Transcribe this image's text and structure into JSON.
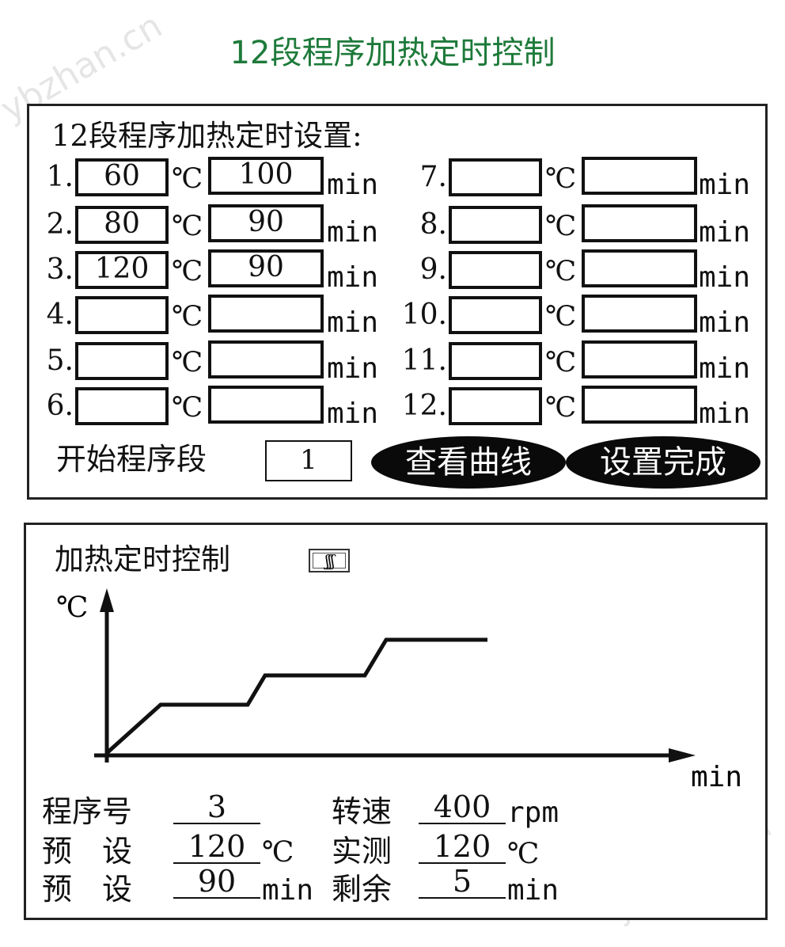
{
  "header": {
    "title": "12段程序加热定时控制"
  },
  "setup": {
    "title": "12段程序加热定时设置:",
    "temp_unit": "℃",
    "time_unit": "min",
    "segments": [
      {
        "label": "1.",
        "temp": "60",
        "time": "100"
      },
      {
        "label": "2.",
        "temp": "80",
        "time": "90"
      },
      {
        "label": "3.",
        "temp": "120",
        "time": "90"
      },
      {
        "label": "4.",
        "temp": "",
        "time": ""
      },
      {
        "label": "5.",
        "temp": "",
        "time": ""
      },
      {
        "label": "6.",
        "temp": "",
        "time": ""
      },
      {
        "label": "7.",
        "temp": "",
        "time": ""
      },
      {
        "label": "8.",
        "temp": "",
        "time": ""
      },
      {
        "label": "9.",
        "temp": "",
        "time": ""
      },
      {
        "label": "10.",
        "temp": "",
        "time": ""
      },
      {
        "label": "11.",
        "temp": "",
        "time": ""
      },
      {
        "label": "12.",
        "temp": "",
        "time": ""
      }
    ],
    "start_label": "开始程序段",
    "start_value": "1",
    "view_curve_button": "查看曲线",
    "done_button": "设置完成"
  },
  "control": {
    "title": "加热定时控制",
    "heater_icon": "heater-icon",
    "heater_glyph": "ʃʃʃ",
    "chart_ylabel": "℃",
    "chart_xlabel": "min",
    "program_label": "程序号",
    "program_value": "3",
    "speed_label": "转速",
    "speed_value": "400",
    "speed_unit": "rpm",
    "preset_temp_label": "预　设",
    "preset_temp_value": "120",
    "preset_temp_unit": "℃",
    "measured_label": "实测",
    "measured_value": "120",
    "measured_unit": "℃",
    "preset_time_label": "预　设",
    "preset_time_value": "90",
    "preset_time_unit": "min",
    "remaining_label": "剩余",
    "remaining_value": "5",
    "remaining_unit": "min"
  },
  "watermark": "ybzhan.cn",
  "colors": {
    "title": "#1e7a3a",
    "button_bg": "#0a0a0a",
    "button_text": "#ffffff"
  }
}
